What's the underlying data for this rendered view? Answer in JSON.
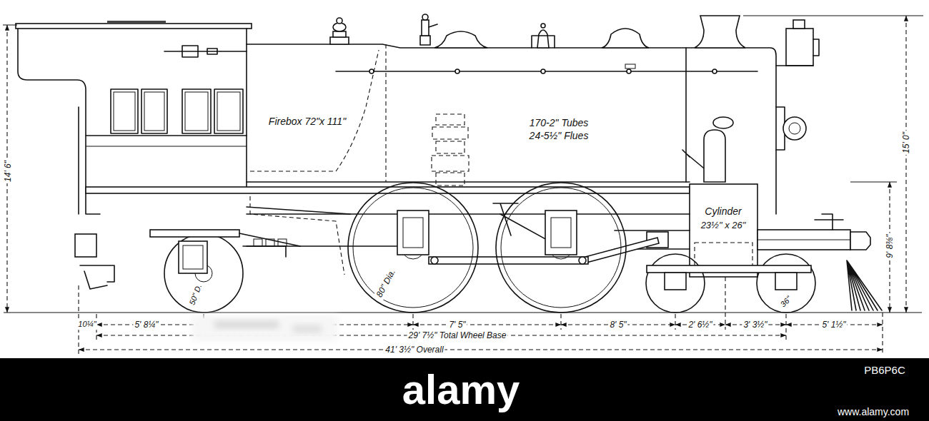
{
  "diagram": {
    "labels": [
      "Firebox 72\"x 111\"",
      "170-2\" Tubes",
      "24-5½\" Flues",
      "Cylinder",
      "23½\" x 26\"",
      "14' 6\"",
      "15' 0\"",
      "9' 8⅜\"",
      "80\" Dia.",
      "50\" D.",
      "36\"",
      "10¼\"",
      "5' 8¼\"",
      "7' 5\"",
      "8' 5\"",
      "2' 6½\"",
      "3' 3½\"",
      "5' 1½\"",
      "29' 7½\" Total Wheel Base",
      "41' 3½\" Overall",
      "alamy",
      "PB6P6C",
      "www.alamy.com"
    ]
  }
}
